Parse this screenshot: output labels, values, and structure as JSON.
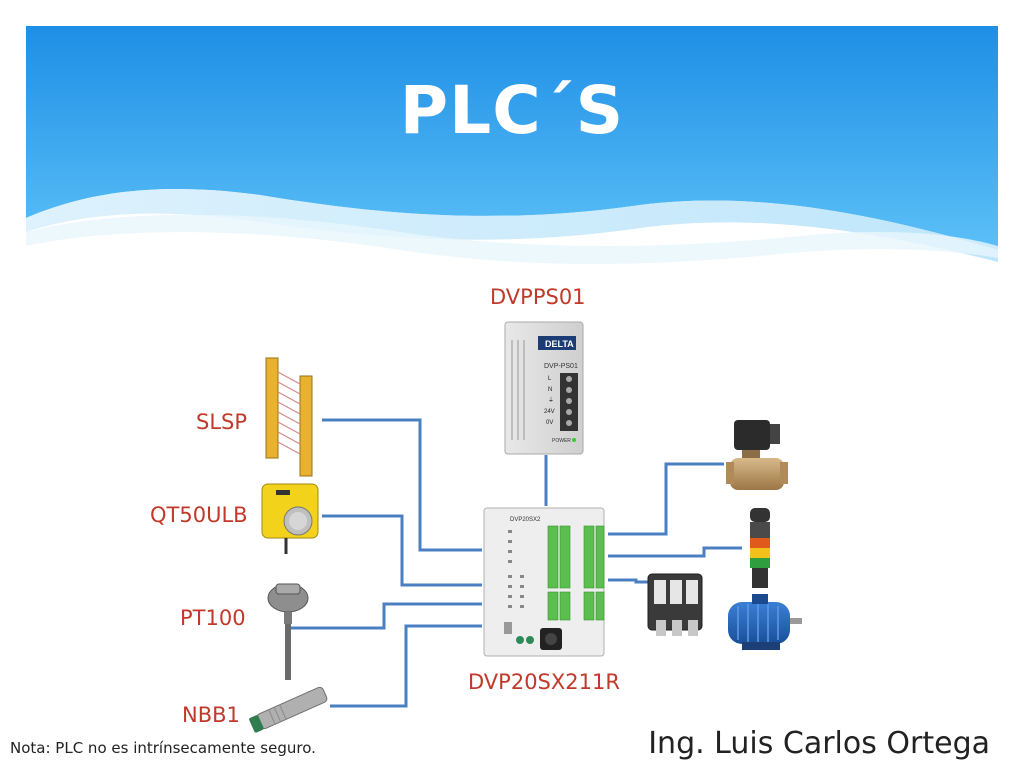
{
  "slide": {
    "title": "PLC´S",
    "author": "Ing. Luis Carlos Ortega",
    "note": "Nota: PLC no es intrínsecamente seguro."
  },
  "devices": {
    "power_supply": {
      "label": "DVPPS01",
      "brand": "DELTA",
      "model": "DVP-PS01",
      "terminals": [
        "L",
        "N",
        "⏚",
        "24V",
        "0V"
      ],
      "led": "POWER"
    },
    "plc": {
      "label": "DVP20SX211R",
      "model": "DVP20SX2"
    },
    "light_curtain": {
      "label": "SLSP"
    },
    "ultrasonic_sensor": {
      "label": "QT50ULB"
    },
    "temperature_probe": {
      "label": "PT100"
    },
    "inductive_sensor": {
      "label": "NBB1"
    }
  },
  "colors": {
    "banner_top": "#1e8fe6",
    "banner_bottom": "#5cc0f7",
    "label_red": "#c0392b",
    "wire_blue": "#4a7fc1"
  }
}
